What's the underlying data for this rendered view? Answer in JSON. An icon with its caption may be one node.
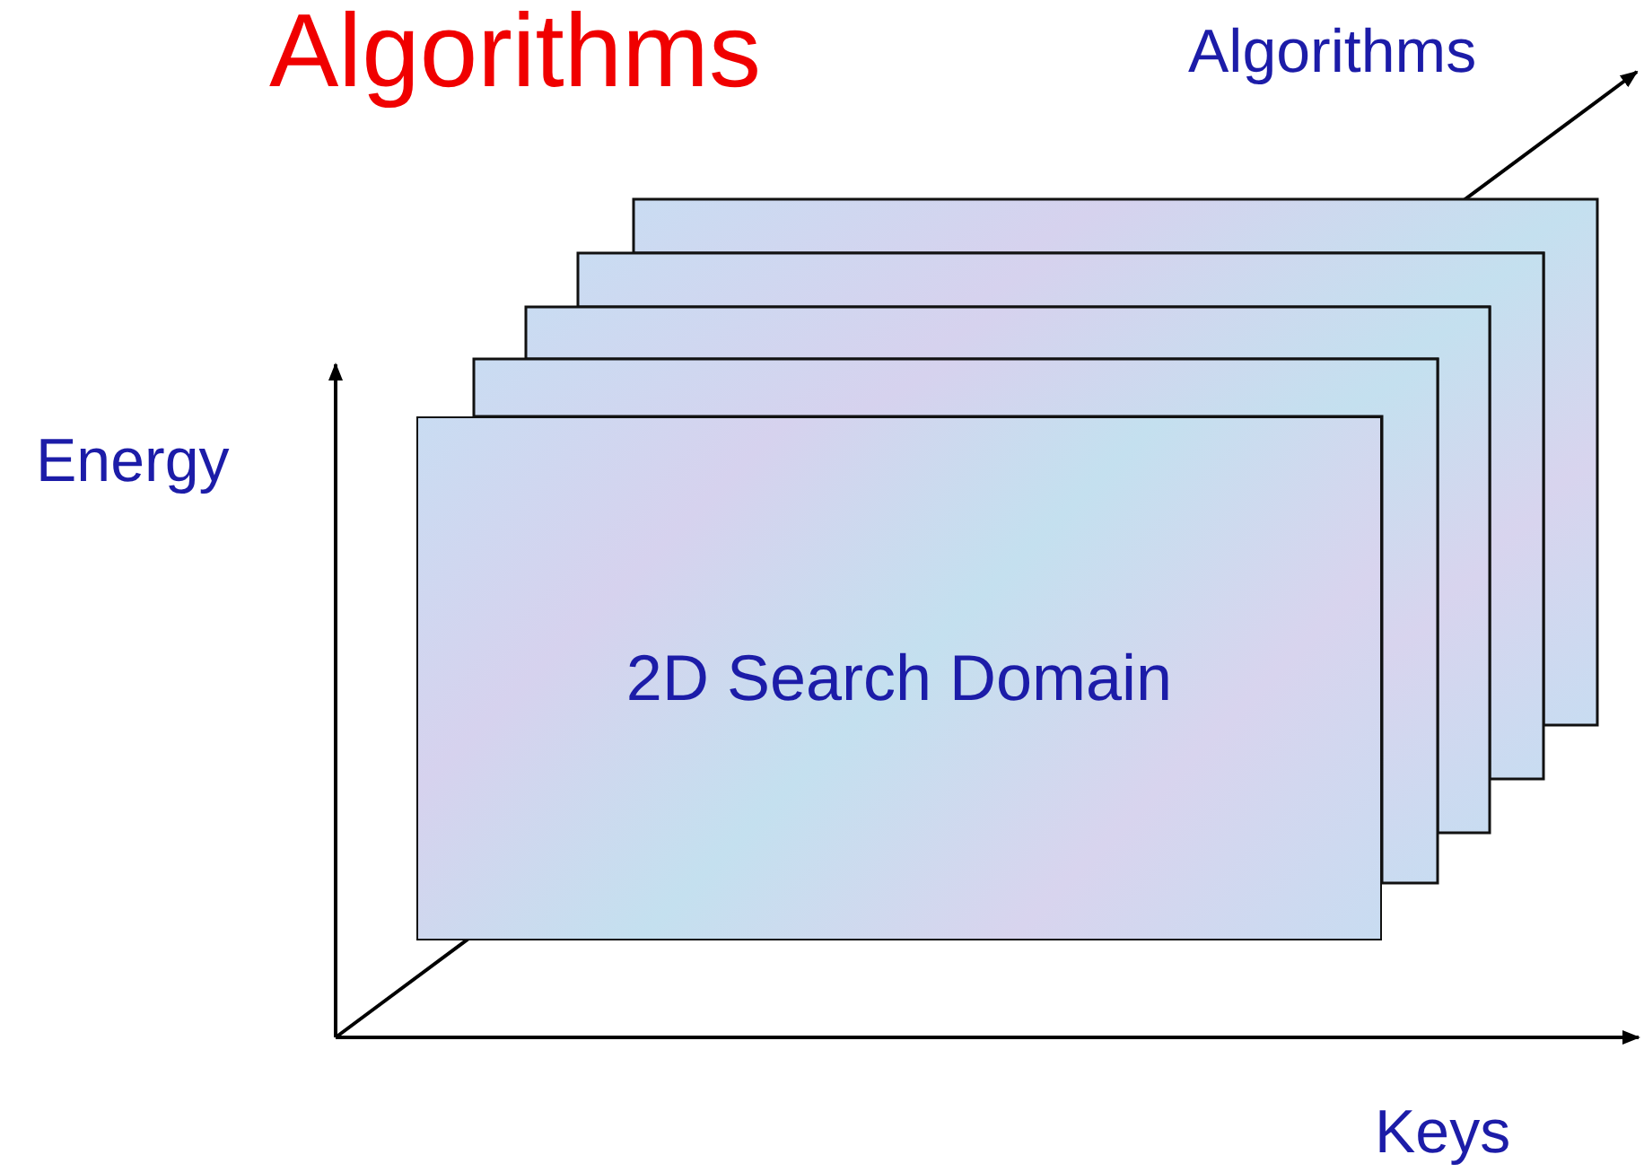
{
  "diagram": {
    "title": "Algorithms",
    "nodes": [
      {
        "text": [],
        "shape": "box"
      },
      {
        "text": [],
        "shape": "box"
      },
      {
        "text": [],
        "shape": "box"
      },
      {
        "text": [],
        "shape": "box"
      },
      {
        "text": [
          "2D Search Domain"
        ]
      }
    ],
    "labels": [
      "Algorithms",
      "Energy",
      "Keys"
    ]
  }
}
